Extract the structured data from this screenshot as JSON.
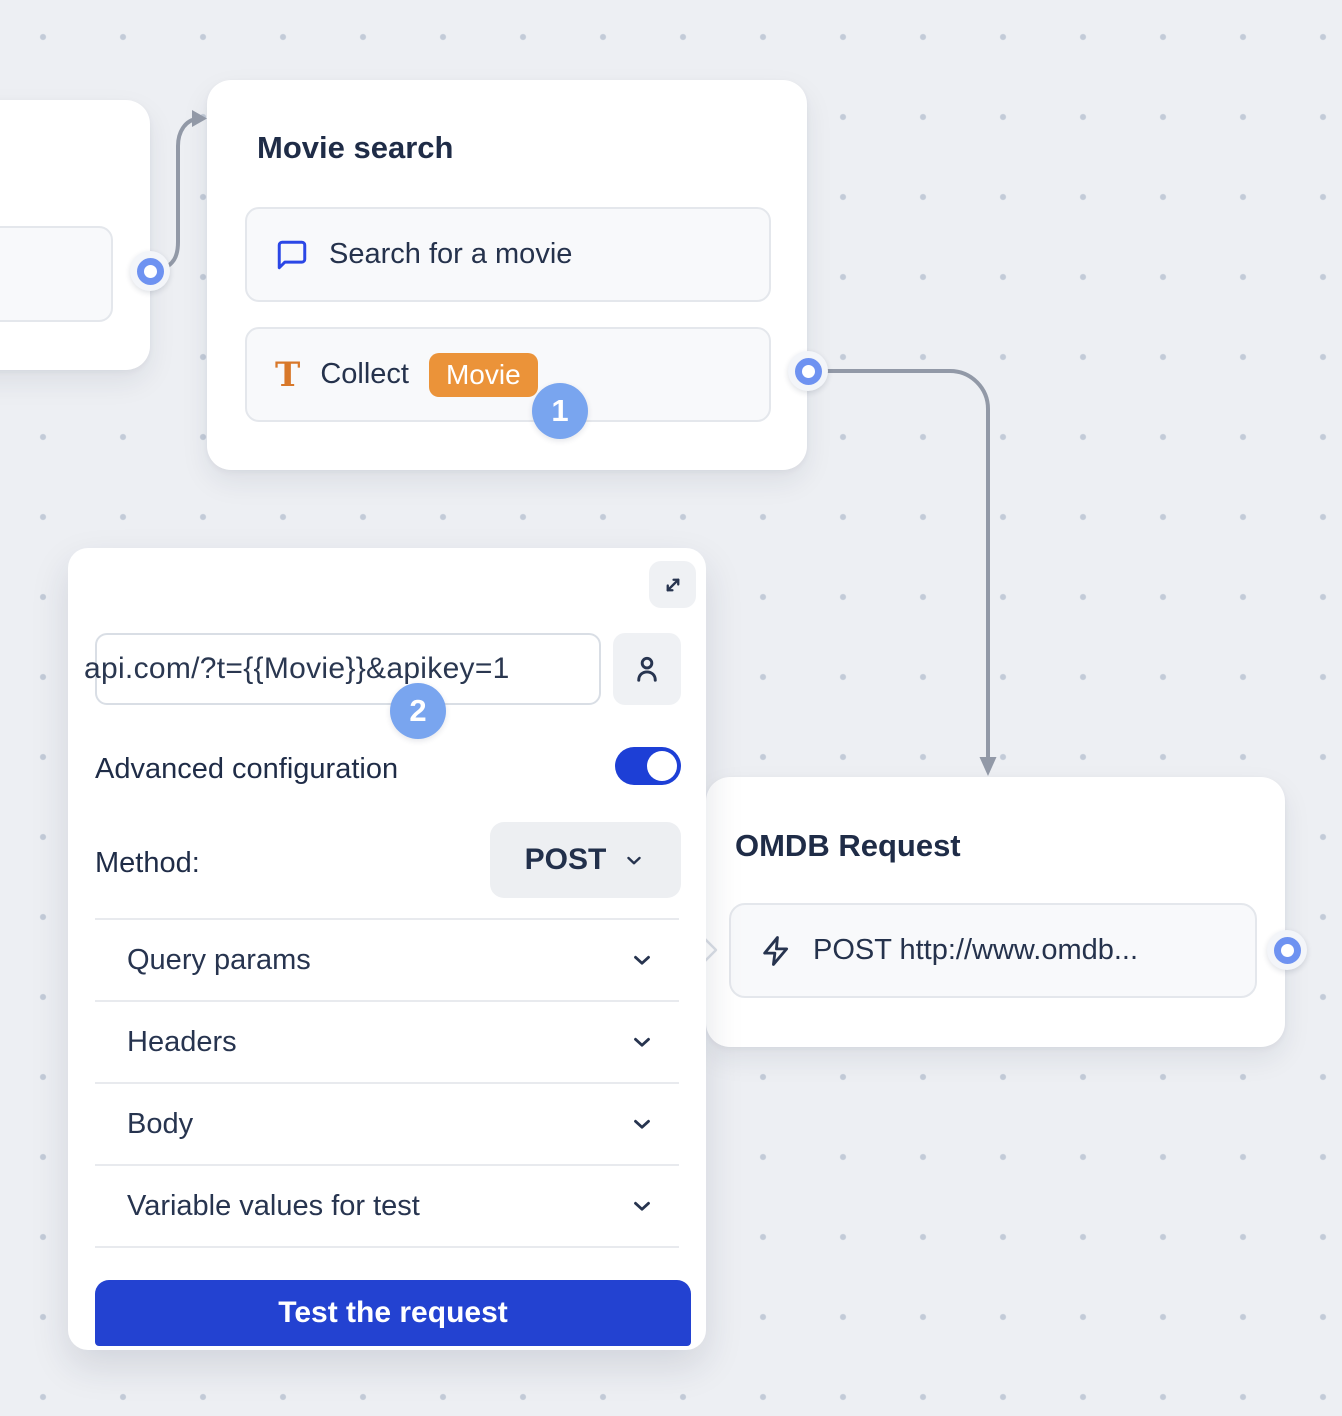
{
  "colors": {
    "accent_blue": "#2342d1",
    "toggle_blue": "#1d3fd6",
    "step_badge_blue": "#79a5ef",
    "port_blue": "#6e92f1",
    "orange_badge": "#eb9339",
    "orange_icon": "#d8782a",
    "chat_icon_blue": "#2b47e6",
    "text_dark": "#25324c",
    "wire_gray": "#9299a7",
    "canvas_bg": "#edeff3"
  },
  "movie_node": {
    "title": "Movie search",
    "step_badge": "1",
    "items": [
      {
        "icon": "chat-bubble-icon",
        "label": "Search for a movie"
      },
      {
        "icon": "text-collect-icon",
        "label": "Collect",
        "badge": "Movie"
      }
    ]
  },
  "omdb_node": {
    "title": "OMDB Request",
    "request_item": {
      "icon": "lightning-icon",
      "label": "POST http://www.omdb..."
    }
  },
  "config_panel": {
    "step_badge": "2",
    "url_input": {
      "value": "api.com/?t={{Movie}}&apikey=1"
    },
    "advanced_label": "Advanced configuration",
    "advanced_on": true,
    "method_label": "Method:",
    "method_value": "POST",
    "sections": [
      {
        "label": "Query params"
      },
      {
        "label": "Headers"
      },
      {
        "label": "Body"
      },
      {
        "label": "Variable values for test"
      }
    ],
    "test_button_label": "Test the request"
  }
}
